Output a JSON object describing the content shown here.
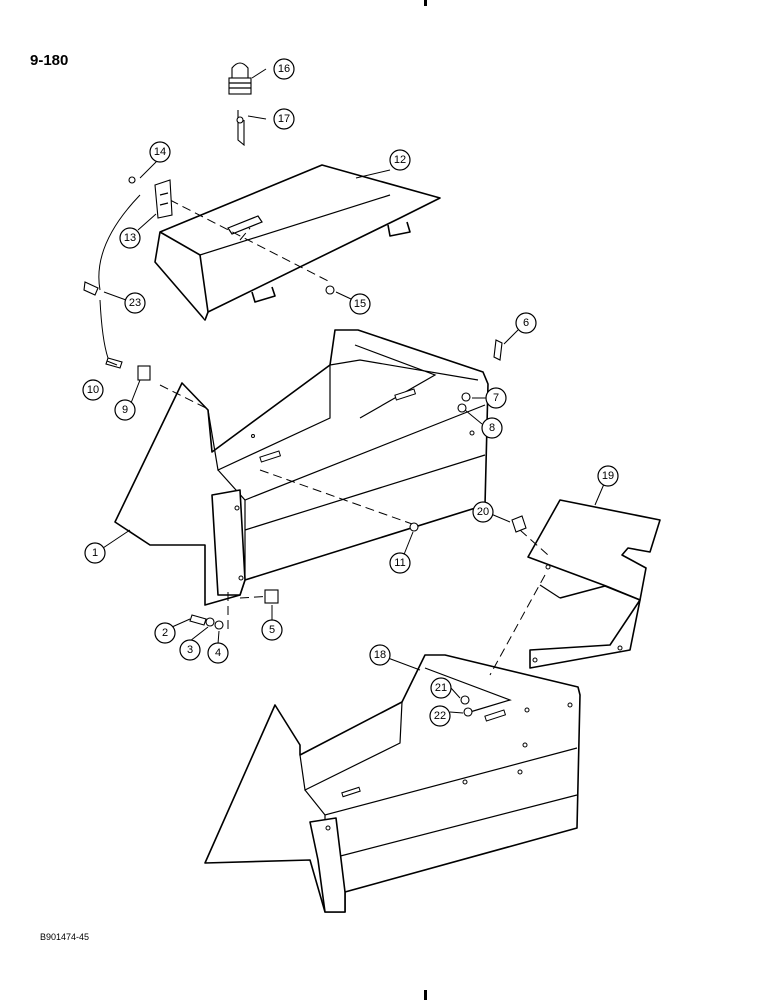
{
  "page_number": "9-180",
  "figure_code": "B901474-45",
  "callouts": {
    "c1": "1",
    "c2": "2",
    "c3": "3",
    "c4": "4",
    "c5": "5",
    "c6": "6",
    "c7": "7",
    "c8": "8",
    "c9": "9",
    "c10": "10",
    "c11": "11",
    "c12": "12",
    "c13": "13",
    "c14": "14",
    "c15": "15",
    "c16": "16",
    "c17": "17",
    "c18": "18",
    "c19": "19",
    "c20": "20",
    "c21": "21",
    "c22": "22",
    "c23": "23"
  }
}
